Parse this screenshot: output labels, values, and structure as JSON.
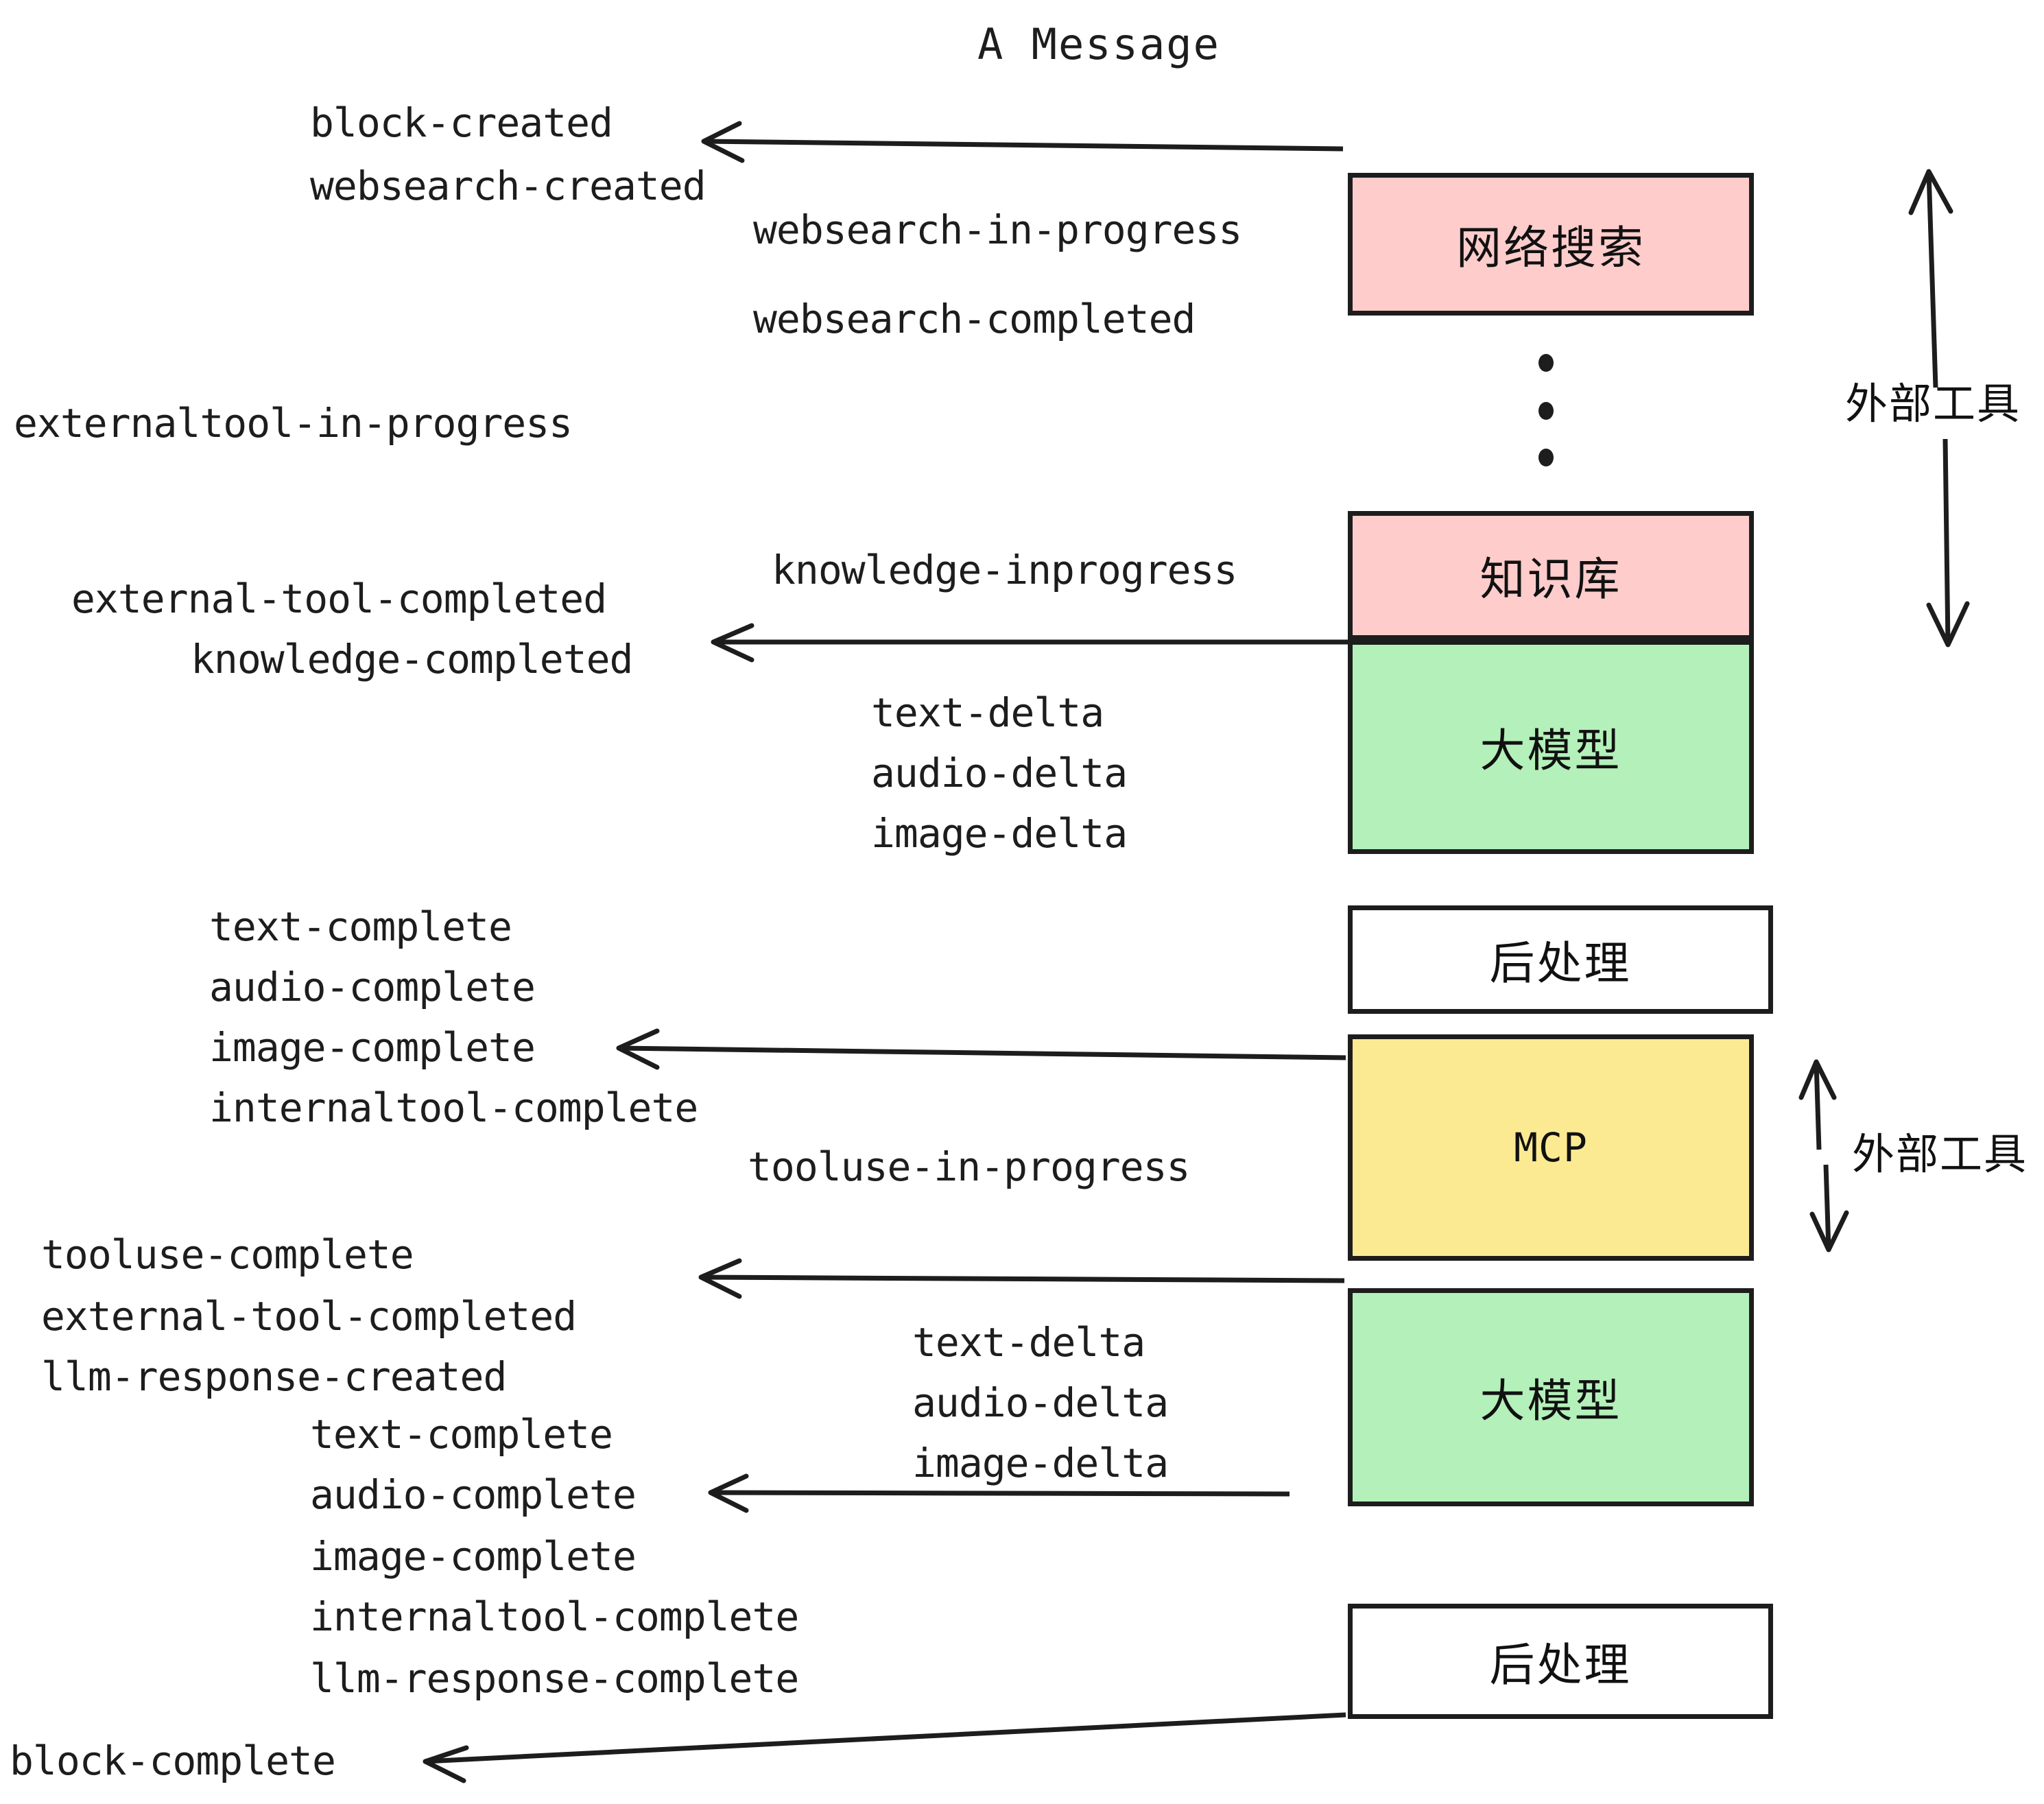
{
  "title": "A Message",
  "colors": {
    "pink": "#FFCCCC",
    "green": "#B4F0BA",
    "yellow": "#FCEA92",
    "white": "#FFFFFF",
    "stroke": "#1D1D1D"
  },
  "boxes": [
    {
      "key": "websearch",
      "label": "网络搜索",
      "fill": "#FFCCCC"
    },
    {
      "key": "knowledge",
      "label": "知识库",
      "fill": "#FFCCCC"
    },
    {
      "key": "llm1",
      "label": "大模型",
      "fill": "#B4F0BA"
    },
    {
      "key": "post1",
      "label": "后处理",
      "fill": "#FFFFFF"
    },
    {
      "key": "mcp",
      "label": "MCP",
      "fill": "#FCEA92"
    },
    {
      "key": "llm2",
      "label": "大模型",
      "fill": "#B4F0BA"
    },
    {
      "key": "post2",
      "label": "后处理",
      "fill": "#FFFFFF"
    }
  ],
  "side_annotations": [
    {
      "key": "external-tool-top",
      "label": "外部工具"
    },
    {
      "key": "external-tool-bottom",
      "label": "外部工具"
    }
  ],
  "events": [
    {
      "key": "block-created",
      "text": "block-created"
    },
    {
      "key": "websearch-created",
      "text": "websearch-created"
    },
    {
      "key": "websearch-in-progress",
      "text": "websearch-in-progress"
    },
    {
      "key": "websearch-completed",
      "text": "websearch-completed"
    },
    {
      "key": "externaltool-in-progress",
      "text": "externaltool-in-progress"
    },
    {
      "key": "knowledge-inprogress",
      "text": "knowledge-inprogress"
    },
    {
      "key": "external-tool-completed-1",
      "text": "external-tool-completed"
    },
    {
      "key": "knowledge-completed",
      "text": "knowledge-completed"
    },
    {
      "key": "text-delta-1",
      "text": "text-delta"
    },
    {
      "key": "audio-delta-1",
      "text": "audio-delta"
    },
    {
      "key": "image-delta-1",
      "text": "image-delta"
    },
    {
      "key": "text-complete-1",
      "text": "text-complete"
    },
    {
      "key": "audio-complete-1",
      "text": "audio-complete"
    },
    {
      "key": "image-complete-1",
      "text": "image-complete"
    },
    {
      "key": "internaltool-complete-1",
      "text": "internaltool-complete"
    },
    {
      "key": "tooluse-in-progress",
      "text": "tooluse-in-progress"
    },
    {
      "key": "tooluse-complete",
      "text": "tooluse-complete"
    },
    {
      "key": "external-tool-completed-2",
      "text": "external-tool-completed"
    },
    {
      "key": "llm-response-created",
      "text": "llm-response-created"
    },
    {
      "key": "text-delta-2",
      "text": "text-delta"
    },
    {
      "key": "audio-delta-2",
      "text": "audio-delta"
    },
    {
      "key": "image-delta-2",
      "text": "image-delta"
    },
    {
      "key": "text-complete-2",
      "text": "text-complete"
    },
    {
      "key": "audio-complete-2",
      "text": "audio-complete"
    },
    {
      "key": "image-complete-2",
      "text": "image-complete"
    },
    {
      "key": "internaltool-complete-2",
      "text": "internaltool-complete"
    },
    {
      "key": "llm-response-complete",
      "text": "llm-response-complete"
    },
    {
      "key": "block-complete",
      "text": "block-complete"
    }
  ]
}
